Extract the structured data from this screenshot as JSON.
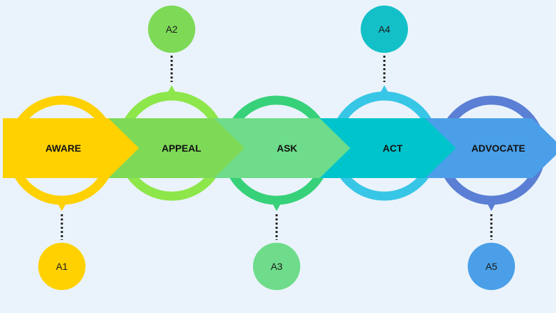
{
  "stages": [
    {
      "label": "AWARE",
      "color": "#ffd100"
    },
    {
      "label": "APPEAL",
      "color": "#7ed957"
    },
    {
      "label": "ASK",
      "color": "#6edc8a"
    },
    {
      "label": "ACT",
      "color": "#00c4cc"
    },
    {
      "label": "ADVOCATE",
      "color": "#4a9fe8"
    }
  ],
  "nodes": [
    {
      "label": "A1",
      "position": "below",
      "color": "#ffd100",
      "arc_color": "#ffd100"
    },
    {
      "label": "A2",
      "position": "above",
      "color": "#7ed957",
      "arc_color": "#8de64a"
    },
    {
      "label": "A3",
      "position": "below",
      "color": "#6edc8a",
      "arc_color": "#37d17a"
    },
    {
      "label": "A4",
      "position": "above",
      "color": "#14c0c8",
      "arc_color": "#38c6e6"
    },
    {
      "label": "A5",
      "position": "below",
      "color": "#4a9fe8",
      "arc_color": "#5b7fd4"
    }
  ]
}
